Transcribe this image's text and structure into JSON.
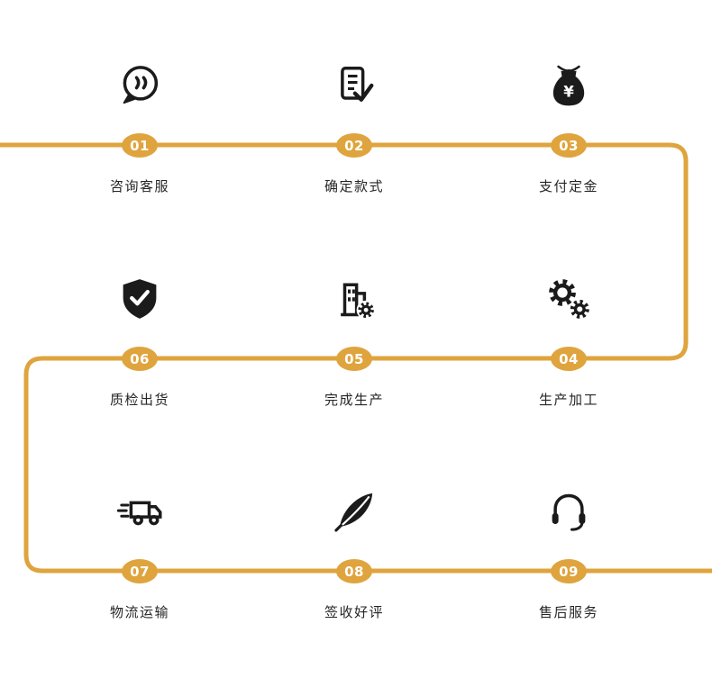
{
  "title": "order-process-flow",
  "colors": {
    "accent": "#dfa43d",
    "icon": "#1b1b1b",
    "label_text": "#262626",
    "badge_text": "#ffffff",
    "background": "#ffffff"
  },
  "icons": {
    "money_symbol": "¥"
  },
  "steps": [
    {
      "number": "01",
      "label": "咨询客服",
      "icon": "chat-bubble-icon"
    },
    {
      "number": "02",
      "label": "确定款式",
      "icon": "checklist-icon"
    },
    {
      "number": "03",
      "label": "支付定金",
      "icon": "money-bag-icon"
    },
    {
      "number": "04",
      "label": "生产加工",
      "icon": "gears-icon"
    },
    {
      "number": "05",
      "label": "完成生产",
      "icon": "factory-icon"
    },
    {
      "number": "06",
      "label": "质检出货",
      "icon": "shield-check-icon"
    },
    {
      "number": "07",
      "label": "物流运输",
      "icon": "truck-icon"
    },
    {
      "number": "08",
      "label": "签收好评",
      "icon": "feather-icon"
    },
    {
      "number": "09",
      "label": "售后服务",
      "icon": "headset-icon"
    }
  ]
}
